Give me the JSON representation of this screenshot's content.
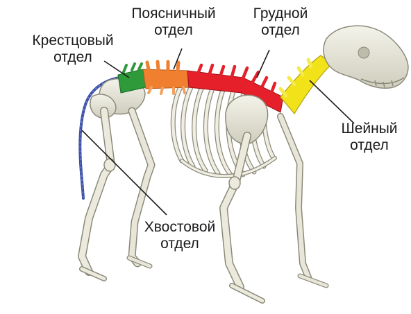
{
  "labels": {
    "lumbar": {
      "line1": "Поясничный",
      "line2": "отдел",
      "color": "#f08030"
    },
    "thoracic": {
      "line1": "Грудной",
      "line2": "отдел",
      "color": "#e5202a"
    },
    "sacral": {
      "line1": "Крестцовый",
      "line2": "отдел",
      "color": "#2e9a3a"
    },
    "cervical": {
      "line1": "Шейный",
      "line2": "отдел",
      "color": "#f2e21a"
    },
    "caudal": {
      "line1": "Хвостовой",
      "line2": "отдел",
      "color": "#3a4fa8"
    }
  },
  "bone_color": "#e8e6d8",
  "bone_outline": "#8a8a7a"
}
